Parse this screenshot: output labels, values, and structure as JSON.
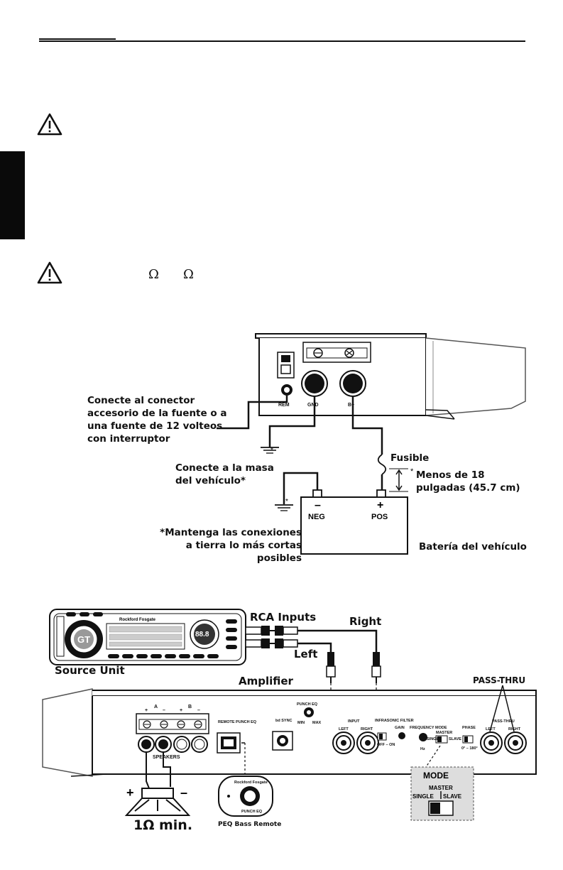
{
  "symbols": {
    "ohm_1": "Ω",
    "ohm_2": "Ω"
  },
  "power_diagram": {
    "remote_label": "Conecte al conector accesorio de la fuente o a una fuente de 12 volteos con interruptor",
    "ground_label": "Conecte a la masa del vehículo*",
    "fuse_label": "Fusible",
    "fuse_distance": "Menos de 18 pulgadas (45.7 cm)",
    "fuse_asterisk": "*",
    "ground_note": "*Mantenga las conexiones a tierra lo más cortas posibles",
    "battery_label": "Batería del vehículo",
    "neg_label": "NEG",
    "pos_label": "POS",
    "neg_sign": "–",
    "pos_sign": "+",
    "terminal_rem": "REM",
    "terminal_gnd": "GND",
    "terminal_bplus": "B+",
    "ground_star_1": "*",
    "ground_star_2": "*"
  },
  "signal_diagram": {
    "rca_inputs": "RCA Inputs",
    "right": "Right",
    "left": "Left",
    "source_unit": "Source Unit",
    "amplifier": "Amplifier",
    "pass_thru_callout": "PASS-THRU",
    "speakers": "SPEAKERS",
    "speaker_a": "A",
    "speaker_b": "B",
    "remote_punch_eq": "REMOTE PUNCH EQ",
    "bd_sync": "bd SYNC",
    "punch_eq": "PUNCH EQ",
    "punch_min": "MIN",
    "punch_max": "MAX",
    "input": "INPUT",
    "input_left": "LEFT",
    "input_right": "RIGHT",
    "infrasonic_filter": "INFRASONIC FILTER",
    "infrasonic_off": "OFF – ON",
    "gain": "GAIN",
    "frequency": "FREQUENCY",
    "frequency_unit": "Hz",
    "mode": "MODE",
    "mode_master": "MASTER",
    "mode_single": "SINGLE",
    "mode_slave": "SLAVE",
    "phase": "PHASE",
    "phase_values": "0° – 180°",
    "pass_thru_panel": "PASS-THRU",
    "pass_left": "LEFT",
    "pass_right": "RIGHT",
    "mode_zoom_title": "MODE",
    "mode_zoom_master": "MASTER",
    "mode_zoom_single": "SINGLE",
    "mode_zoom_slave": "SLAVE",
    "speaker_plus": "+",
    "speaker_minus": "–",
    "min_impedance": "1Ω min.",
    "peq_bass_remote": "PEQ Bass Remote",
    "peq_remote_label": "PUNCH EQ",
    "peq_brand": "Rockford Fosgate",
    "head_unit_brand": "Rockford Fosgate",
    "head_unit_display": "88.8",
    "head_unit_logo": "GT"
  }
}
